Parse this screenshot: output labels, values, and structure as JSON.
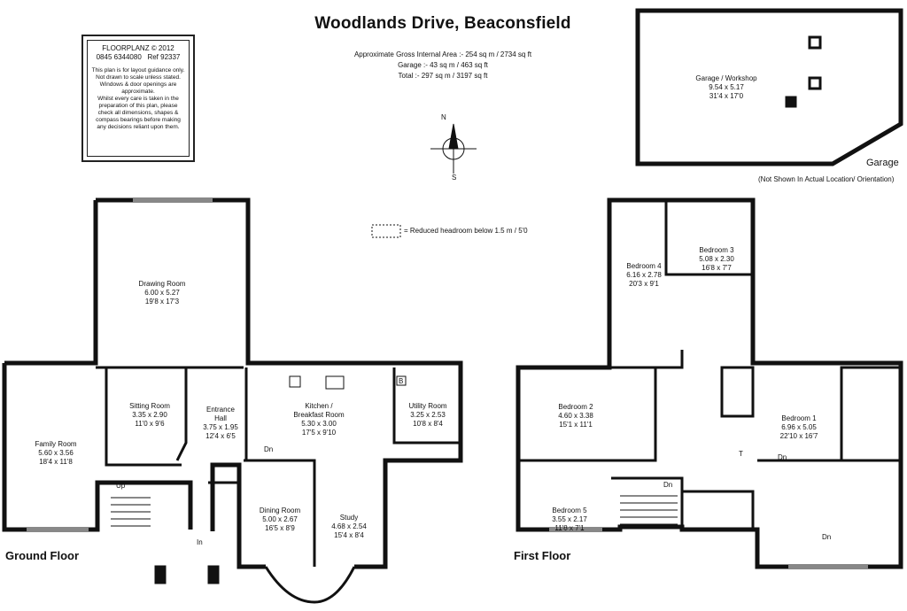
{
  "title": "Woodlands Drive, Beaconsfield",
  "area": {
    "internal": "Approximate Gross Internal Area :- 254 sq m / 2734 sq ft",
    "garage": "Garage :- 43 sq m / 463 sq ft",
    "total": "Total :- 297 sq m / 3197 sq ft"
  },
  "disclaimer": {
    "brand": "FLOORPLANZ © 2012",
    "phone": "0845 6344080",
    "ref": "Ref  92337",
    "lines": [
      "This plan is for layout guidance only.",
      "Not drawn to scale unless stated.",
      "Windows & door openings are",
      "approximate.",
      "Whilst every care is taken in the",
      "preparation of this plan, please",
      "check all dimensions, shapes &",
      "compass bearings before making",
      "any decisions reliant upon them."
    ]
  },
  "compass": {
    "n": "N",
    "s": "S"
  },
  "legend": "= Reduced headroom below 1.5 m / 5'0",
  "garage": {
    "label": "Garage",
    "note": "(Not Shown In Actual Location/ Orientation)",
    "room": {
      "name": "Garage / Workshop",
      "metric": "9.54 x 5.17",
      "imperial": "31'4 x 17'0"
    }
  },
  "ground_floor": {
    "label": "Ground Floor",
    "rooms": [
      {
        "name": "Drawing Room",
        "metric": "6.00 x 5.27",
        "imperial": "19'8 x 17'3"
      },
      {
        "name": "Family Room",
        "metric": "5.60 x 3.56",
        "imperial": "18'4 x 11'8"
      },
      {
        "name": "Sitting Room",
        "metric": "3.35 x 2.90",
        "imperial": "11'0 x 9'6"
      },
      {
        "name": "Entrance\nHall",
        "metric": "3.75 x 1.95",
        "imperial": "12'4 x 6'5"
      },
      {
        "name": "Kitchen /\nBreakfast Room",
        "metric": "5.30 x 3.00",
        "imperial": "17'5 x 9'10"
      },
      {
        "name": "Utility Room",
        "metric": "3.25 x 2.53",
        "imperial": "10'8 x 8'4"
      },
      {
        "name": "Dining Room",
        "metric": "5.00 x 2.67",
        "imperial": "16'5 x 8'9"
      },
      {
        "name": "Study",
        "metric": "4.68 x 2.54",
        "imperial": "15'4 x 8'4"
      }
    ],
    "marks": {
      "up": "Up",
      "dn": "Dn",
      "in": "In",
      "b": "B"
    }
  },
  "first_floor": {
    "label": "First Floor",
    "rooms": [
      {
        "name": "Bedroom 4",
        "metric": "6.16 x 2.78",
        "imperial": "20'3 x 9'1"
      },
      {
        "name": "Bedroom 3",
        "metric": "5.08 x 2.30",
        "imperial": "16'8 x 7'7"
      },
      {
        "name": "Bedroom 2",
        "metric": "4.60 x 3.38",
        "imperial": "15'1 x 11'1"
      },
      {
        "name": "Bedroom 1",
        "metric": "6.96 x 5.05",
        "imperial": "22'10 x 16'7"
      },
      {
        "name": "Bedroom 5",
        "metric": "3.55 x 2.17",
        "imperial": "11'8 x 7'1"
      }
    ],
    "marks": {
      "dn1": "Dn",
      "dn2": "Dn",
      "dn3": "Dn",
      "t": "T"
    }
  }
}
